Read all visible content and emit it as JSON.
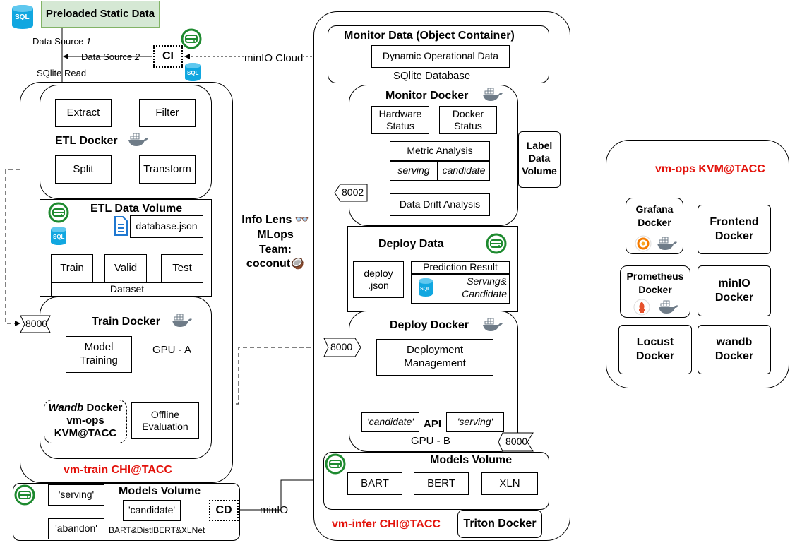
{
  "preloaded": "Preloaded Static Data",
  "ds1": "Data Source ",
  "ds1_num": "1",
  "ds2": "Data Source ",
  "ds2_num": "2",
  "sqlite_read": "SQlite Read",
  "ci": "CI",
  "minio_cloud": "minIO Cloud",
  "sql_icon_text": "SQL",
  "etl": {
    "extract": "Extract",
    "filter": "Filter",
    "title": "ETL Docker",
    "split": "Split",
    "transform": "Transform"
  },
  "etl_volume": {
    "title": "ETL Data Volume",
    "file": "database.json",
    "train": "Train",
    "valid": "Valid",
    "test": "Test",
    "dataset": "Dataset"
  },
  "train": {
    "port": "8000",
    "title": "Train Docker",
    "model_training": "Model\nTraining",
    "gpu": "GPU - A",
    "wandb_a": "Wandb",
    "wandb_b": " Docker",
    "wandb_c": "vm-ops\nKVM@TACC",
    "offline": "Offline\nEvaluation",
    "vm": "vm-train CHI@TACC"
  },
  "models_left": {
    "title": "Models Volume",
    "serving": "'serving'",
    "candidate": "'candidate'",
    "abandon": "'abandon'",
    "cd": "CD",
    "models": "BART&DistlBERT&XLNet",
    "minio": "minIO"
  },
  "info": "Info Lens 👓\nMLops\nTeam:\ncoconut🥥",
  "monitor_data": {
    "title": "Monitor Data (Object Container)",
    "dynamic": "Dynamic Operational Data",
    "sqlite": "SQlite Database"
  },
  "monitor": {
    "title": "Monitor Docker",
    "hardware": "Hardware\nStatus",
    "docker": "Docker\nStatus",
    "metric": "Metric Analysis",
    "serving": "serving",
    "candidate": "candidate",
    "port": "8002",
    "drift": "Data Drift Analysis",
    "label": "Label\nData\nVolume"
  },
  "deploy_data": {
    "title": "Deploy Data",
    "deploy_json": "deploy\n.json",
    "prediction": "Prediction Result",
    "sc": "Serving&\nCandidate"
  },
  "deploy": {
    "title": "Deploy Docker",
    "port_left": "8000",
    "mgmt": "Deployment\nManagement",
    "candidate": "'candidate'",
    "api": "API",
    "serving": "'serving'",
    "gpu": "GPU - B",
    "port_right": "8000"
  },
  "models_right": {
    "title": "Models Volume",
    "bart": "BART",
    "bert": "BERT",
    "xln": "XLN"
  },
  "vm_infer": "vm-infer CHI@TACC",
  "triton": "Triton Docker",
  "ops": {
    "title": "vm-ops KVM@TACC",
    "grafana": "Grafana\nDocker",
    "frontend": "Frontend\nDocker",
    "prometheus": "Prometheus\nDocker",
    "minio": "minIO\nDocker",
    "locust": "Locust\nDocker",
    "wandb": "wandb\nDocker"
  },
  "colors": {
    "accent_red": "#e3120b",
    "sql_blue": "#11a7e0",
    "volume_green": "#1e8a2f",
    "preloaded_fill": "#d5e8d4",
    "preloaded_border": "#82b366",
    "docker_icon": "#6f7c88",
    "file_blue": "#1f78d1"
  }
}
